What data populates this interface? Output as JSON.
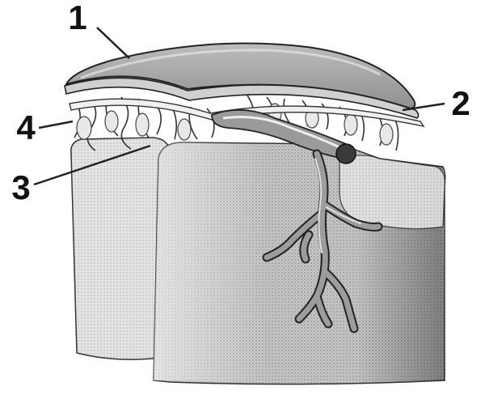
{
  "labels": {
    "one": "1",
    "two": "2",
    "three": "3",
    "four": "4"
  },
  "colors": {
    "outline": "#222222",
    "tissue_light": "#d9d9d9",
    "tissue_mid": "#a9a9a9",
    "tissue_dark": "#6e6e6e",
    "vessel": "#4a4a4a",
    "background": "#ffffff"
  }
}
